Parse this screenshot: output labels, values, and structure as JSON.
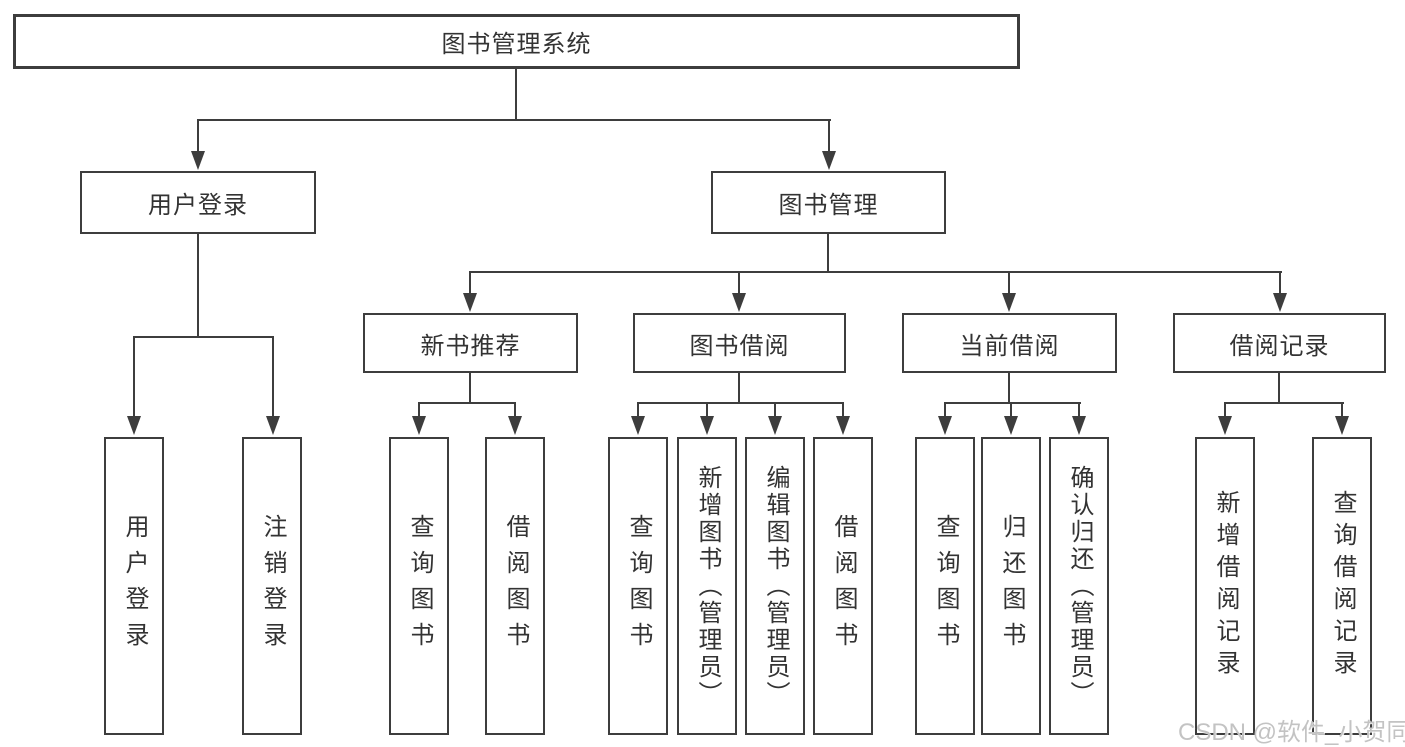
{
  "diagram_title": "图书管理系统",
  "nodes": {
    "root": {
      "label": "图书管理系统"
    },
    "level2": [
      {
        "label": "用户登录"
      },
      {
        "label": "图书管理"
      }
    ],
    "level3": [
      {
        "label": "新书推荐",
        "parent": "图书管理"
      },
      {
        "label": "图书借阅",
        "parent": "图书管理"
      },
      {
        "label": "当前借阅",
        "parent": "图书管理"
      },
      {
        "label": "借阅记录",
        "parent": "图书管理"
      }
    ],
    "leaves": [
      {
        "label": "用户登录",
        "parent": "用户登录"
      },
      {
        "label": "注销登录",
        "parent": "用户登录"
      },
      {
        "label": "查询图书",
        "parent": "新书推荐"
      },
      {
        "label": "借阅图书",
        "parent": "新书推荐"
      },
      {
        "label": "查询图书",
        "parent": "图书借阅"
      },
      {
        "label": "新增图书（管理员）",
        "parent": "图书借阅"
      },
      {
        "label": "编辑图书（管理员）",
        "parent": "图书借阅"
      },
      {
        "label": "借阅图书",
        "parent": "图书借阅"
      },
      {
        "label": "查询图书",
        "parent": "当前借阅"
      },
      {
        "label": "归还图书",
        "parent": "当前借阅"
      },
      {
        "label": "确认归还（管理员）",
        "parent": "当前借阅"
      },
      {
        "label": "新增借阅记录",
        "parent": "借阅记录"
      },
      {
        "label": "查询借阅记录",
        "parent": "借阅记录"
      }
    ]
  },
  "watermark": {
    "text": "CSDN @软件_小贺同学"
  },
  "colors": {
    "line": "#3d3d3d",
    "text": "#333333",
    "background": "#ffffff",
    "watermark": "#c3c3c3"
  }
}
